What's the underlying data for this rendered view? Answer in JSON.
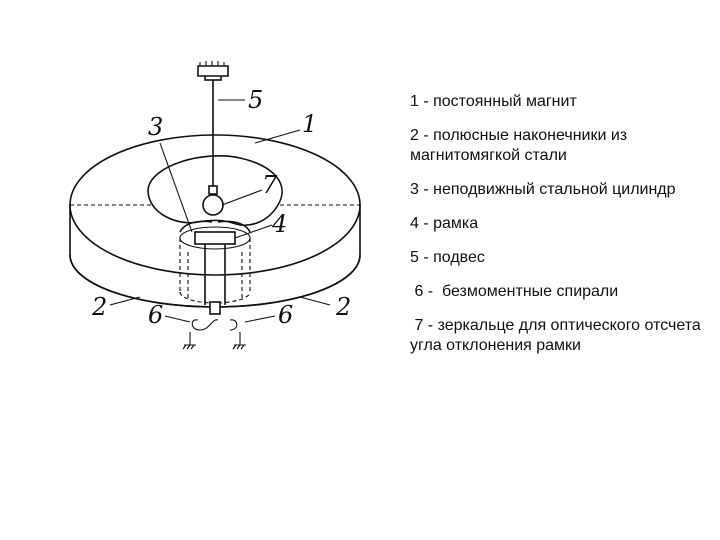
{
  "callouts": {
    "c1": "1",
    "c2_left": "2",
    "c2_right": "2",
    "c3": "3",
    "c4": "4",
    "c5": "5",
    "c6_left": "6",
    "c6_right": "6",
    "c7": "7"
  },
  "legend": [
    {
      "text": "1 - постоянный магнит"
    },
    {
      "text": "2 - полюсные наконечники из магнитомягкой стали"
    },
    {
      "text": "3 - неподвижный стальной цилиндр"
    },
    {
      "text": "4 - рамка"
    },
    {
      "text": "5 - подвес"
    },
    {
      "text": " 6 -  безмоментные спирали"
    },
    {
      "text": " 7 - зеркальце для оптического отсчета угла отклонения рамки"
    }
  ]
}
